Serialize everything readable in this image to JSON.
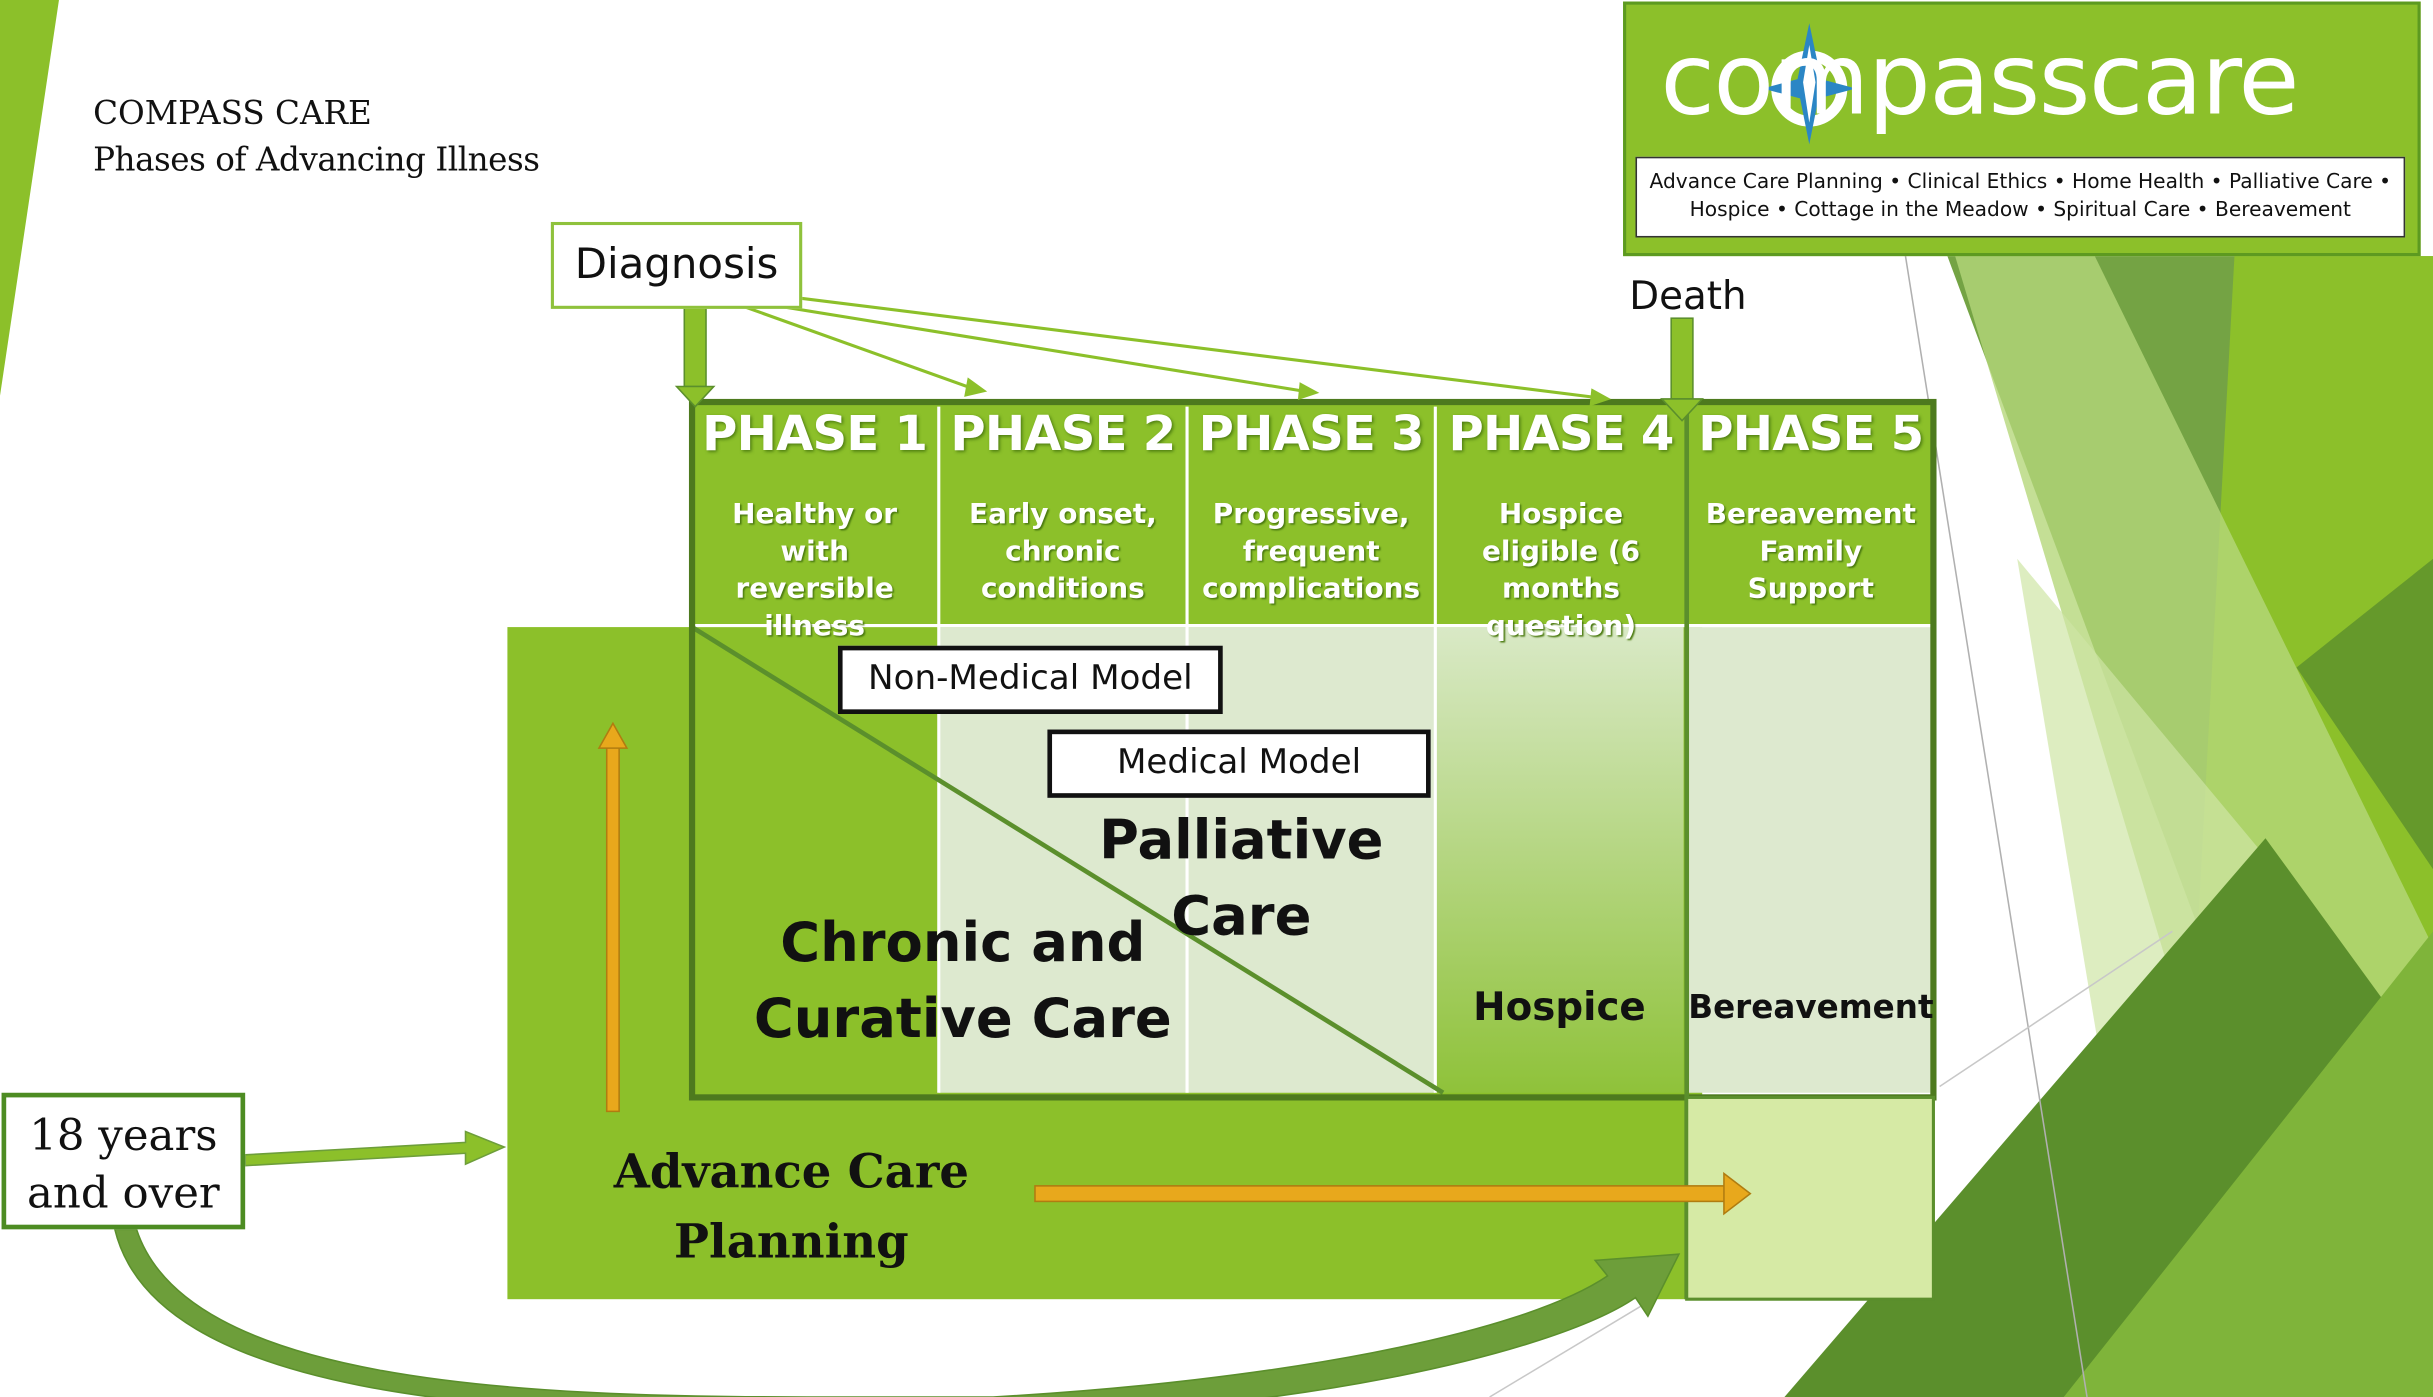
{
  "title": {
    "line1": "COMPASS CARE",
    "line2": "Phases of Advancing Illness"
  },
  "logo": {
    "wordmark": "compasscare",
    "tagline_line1": "Advance Care Planning • Clinical Ethics • Home Health • Palliative Care •",
    "tagline_line2": "Hospice • Cottage in the Meadow • Spiritual Care • Bereavement"
  },
  "labels": {
    "diagnosis": "Diagnosis",
    "death": "Death",
    "age": "18 years and over",
    "advance_care_planning": "Advance Care Planning"
  },
  "phases": [
    {
      "title": "PHASE 1",
      "desc": "Healthy or with reversible illness"
    },
    {
      "title": "PHASE 2",
      "desc": "Early onset, chronic conditions"
    },
    {
      "title": "PHASE 3",
      "desc": "Progressive, frequent complications"
    },
    {
      "title": "PHASE 4",
      "desc": "Hospice eligible (6 months question)"
    },
    {
      "title": "PHASE 5",
      "desc": "Bereavement Family Support"
    }
  ],
  "models": {
    "non_medical": "Non-Medical Model",
    "medical": "Medical Model"
  },
  "care": {
    "palliative": "Palliative Care",
    "chronic": "Chronic and Curative Care",
    "hospice": "Hospice",
    "bereavement": "Bereavement"
  },
  "colors": {
    "green_main": "#8cc02a",
    "green_dark": "#4d8c22",
    "green_pale": "#dde9cf",
    "orange_arrow": "#e8a81c"
  }
}
